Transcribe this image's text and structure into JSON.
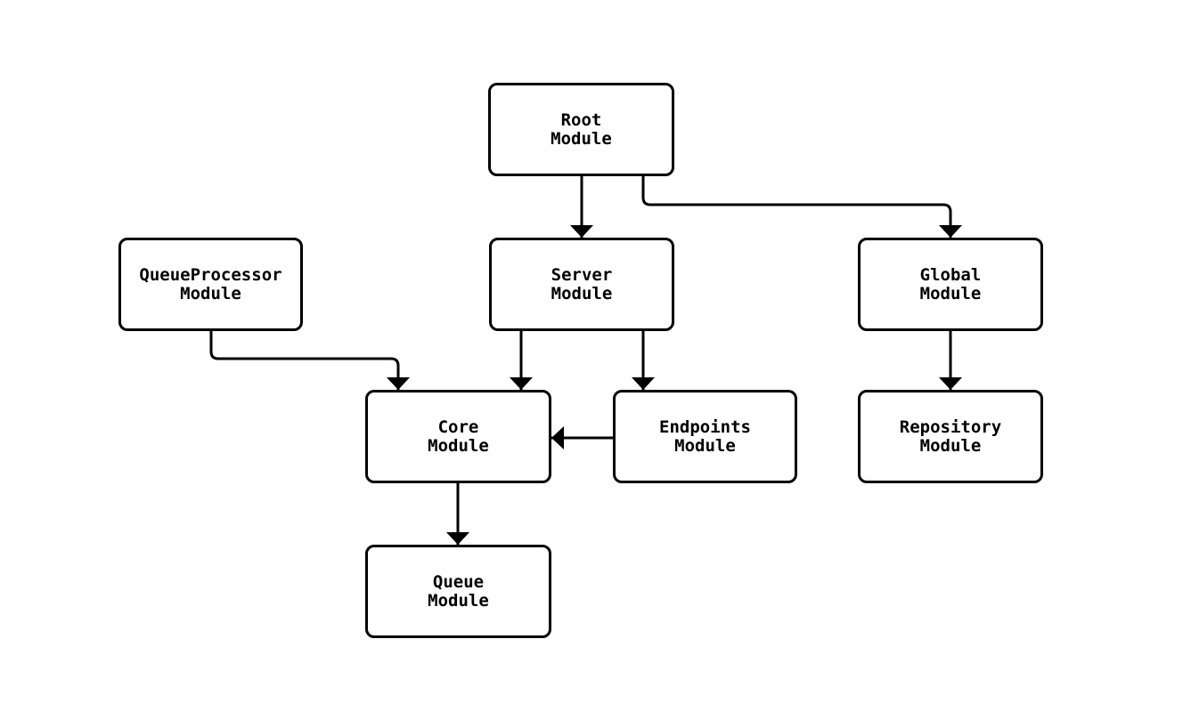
{
  "diagram": {
    "type": "module-dependency-flowchart",
    "background_color": "#ffffff",
    "node_fill_color": "#ffffff",
    "node_border_color": "#000000",
    "edge_color": "#000000",
    "text_color": "#000000",
    "nodes": [
      {
        "id": "root",
        "label": "Root Module",
        "lines": [
          "Root",
          "Module"
        ]
      },
      {
        "id": "queueprocessor",
        "label": "QueueProcessor Module",
        "lines": [
          "QueueProcessor",
          "Module"
        ]
      },
      {
        "id": "server",
        "label": "Server Module",
        "lines": [
          "Server",
          "Module"
        ]
      },
      {
        "id": "global",
        "label": "Global Module",
        "lines": [
          "Global",
          "Module"
        ]
      },
      {
        "id": "core",
        "label": "Core Module",
        "lines": [
          "Core",
          "Module"
        ]
      },
      {
        "id": "endpoints",
        "label": "Endpoints Module",
        "lines": [
          "Endpoints",
          "Module"
        ]
      },
      {
        "id": "repository",
        "label": "Repository Module",
        "lines": [
          "Repository",
          "Module"
        ]
      },
      {
        "id": "queue",
        "label": "Queue Module",
        "lines": [
          "Queue",
          "Module"
        ]
      }
    ],
    "edges": [
      {
        "from": "root",
        "to": "server"
      },
      {
        "from": "root",
        "to": "global"
      },
      {
        "from": "queueprocessor",
        "to": "core"
      },
      {
        "from": "server",
        "to": "core"
      },
      {
        "from": "server",
        "to": "endpoints"
      },
      {
        "from": "endpoints",
        "to": "core"
      },
      {
        "from": "global",
        "to": "repository"
      },
      {
        "from": "core",
        "to": "queue"
      }
    ]
  }
}
